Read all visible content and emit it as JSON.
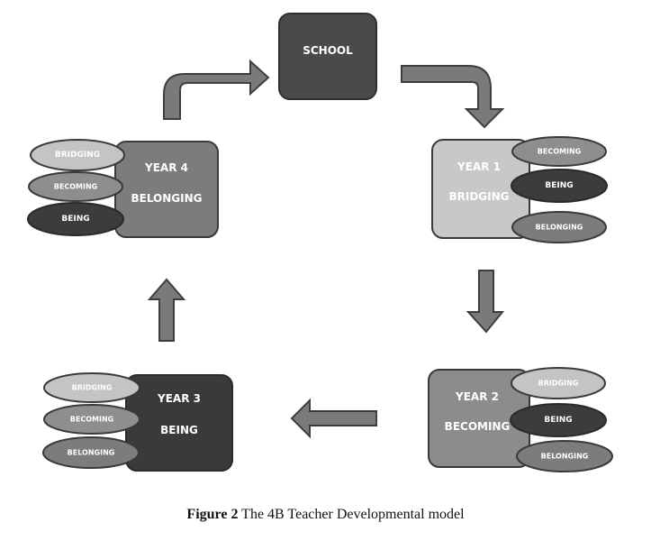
{
  "diagram": {
    "title": "The 4B Teacher Developmental model",
    "school": {
      "label": "SCHOOL",
      "color": "#4a4a4a"
    },
    "years": [
      {
        "id": "year1",
        "year_label": "YEAR 1",
        "stage_label": "BRIDGING",
        "box_color": "#c8c8c8",
        "ellipses": [
          {
            "label": "BECOMING",
            "color": "#8e8e8e"
          },
          {
            "label": "BEING",
            "color": "#3c3c3c"
          },
          {
            "label": "BELONGING",
            "color": "#7c7c7c"
          }
        ]
      },
      {
        "id": "year2",
        "year_label": "YEAR 2",
        "stage_label": "BECOMING",
        "box_color": "#8c8c8c",
        "ellipses": [
          {
            "label": "BRIDGING",
            "color": "#c4c4c4"
          },
          {
            "label": "BEING",
            "color": "#3c3c3c"
          },
          {
            "label": "BELONGING",
            "color": "#7c7c7c"
          }
        ]
      },
      {
        "id": "year3",
        "year_label": "YEAR 3",
        "stage_label": "BEING",
        "box_color": "#3a3a3a",
        "ellipses": [
          {
            "label": "BRIDGING",
            "color": "#c4c4c4"
          },
          {
            "label": "BECOMING",
            "color": "#8e8e8e"
          },
          {
            "label": "BELONGING",
            "color": "#7c7c7c"
          }
        ]
      },
      {
        "id": "year4",
        "year_label": "YEAR 4",
        "stage_label": "BELONGING",
        "box_color": "#7c7c7c",
        "ellipses": [
          {
            "label": "BRIDGING",
            "color": "#c4c4c4"
          },
          {
            "label": "BECOMING",
            "color": "#8e8e8e"
          },
          {
            "label": "BEING",
            "color": "#3c3c3c"
          }
        ]
      }
    ],
    "arrow_color": "#7a7a7a",
    "flow": [
      "year4",
      "school",
      "year1",
      "year2",
      "year3",
      "year4"
    ]
  },
  "caption": {
    "figure_label": "Figure 2",
    "text": "The 4B Teacher Developmental model"
  }
}
